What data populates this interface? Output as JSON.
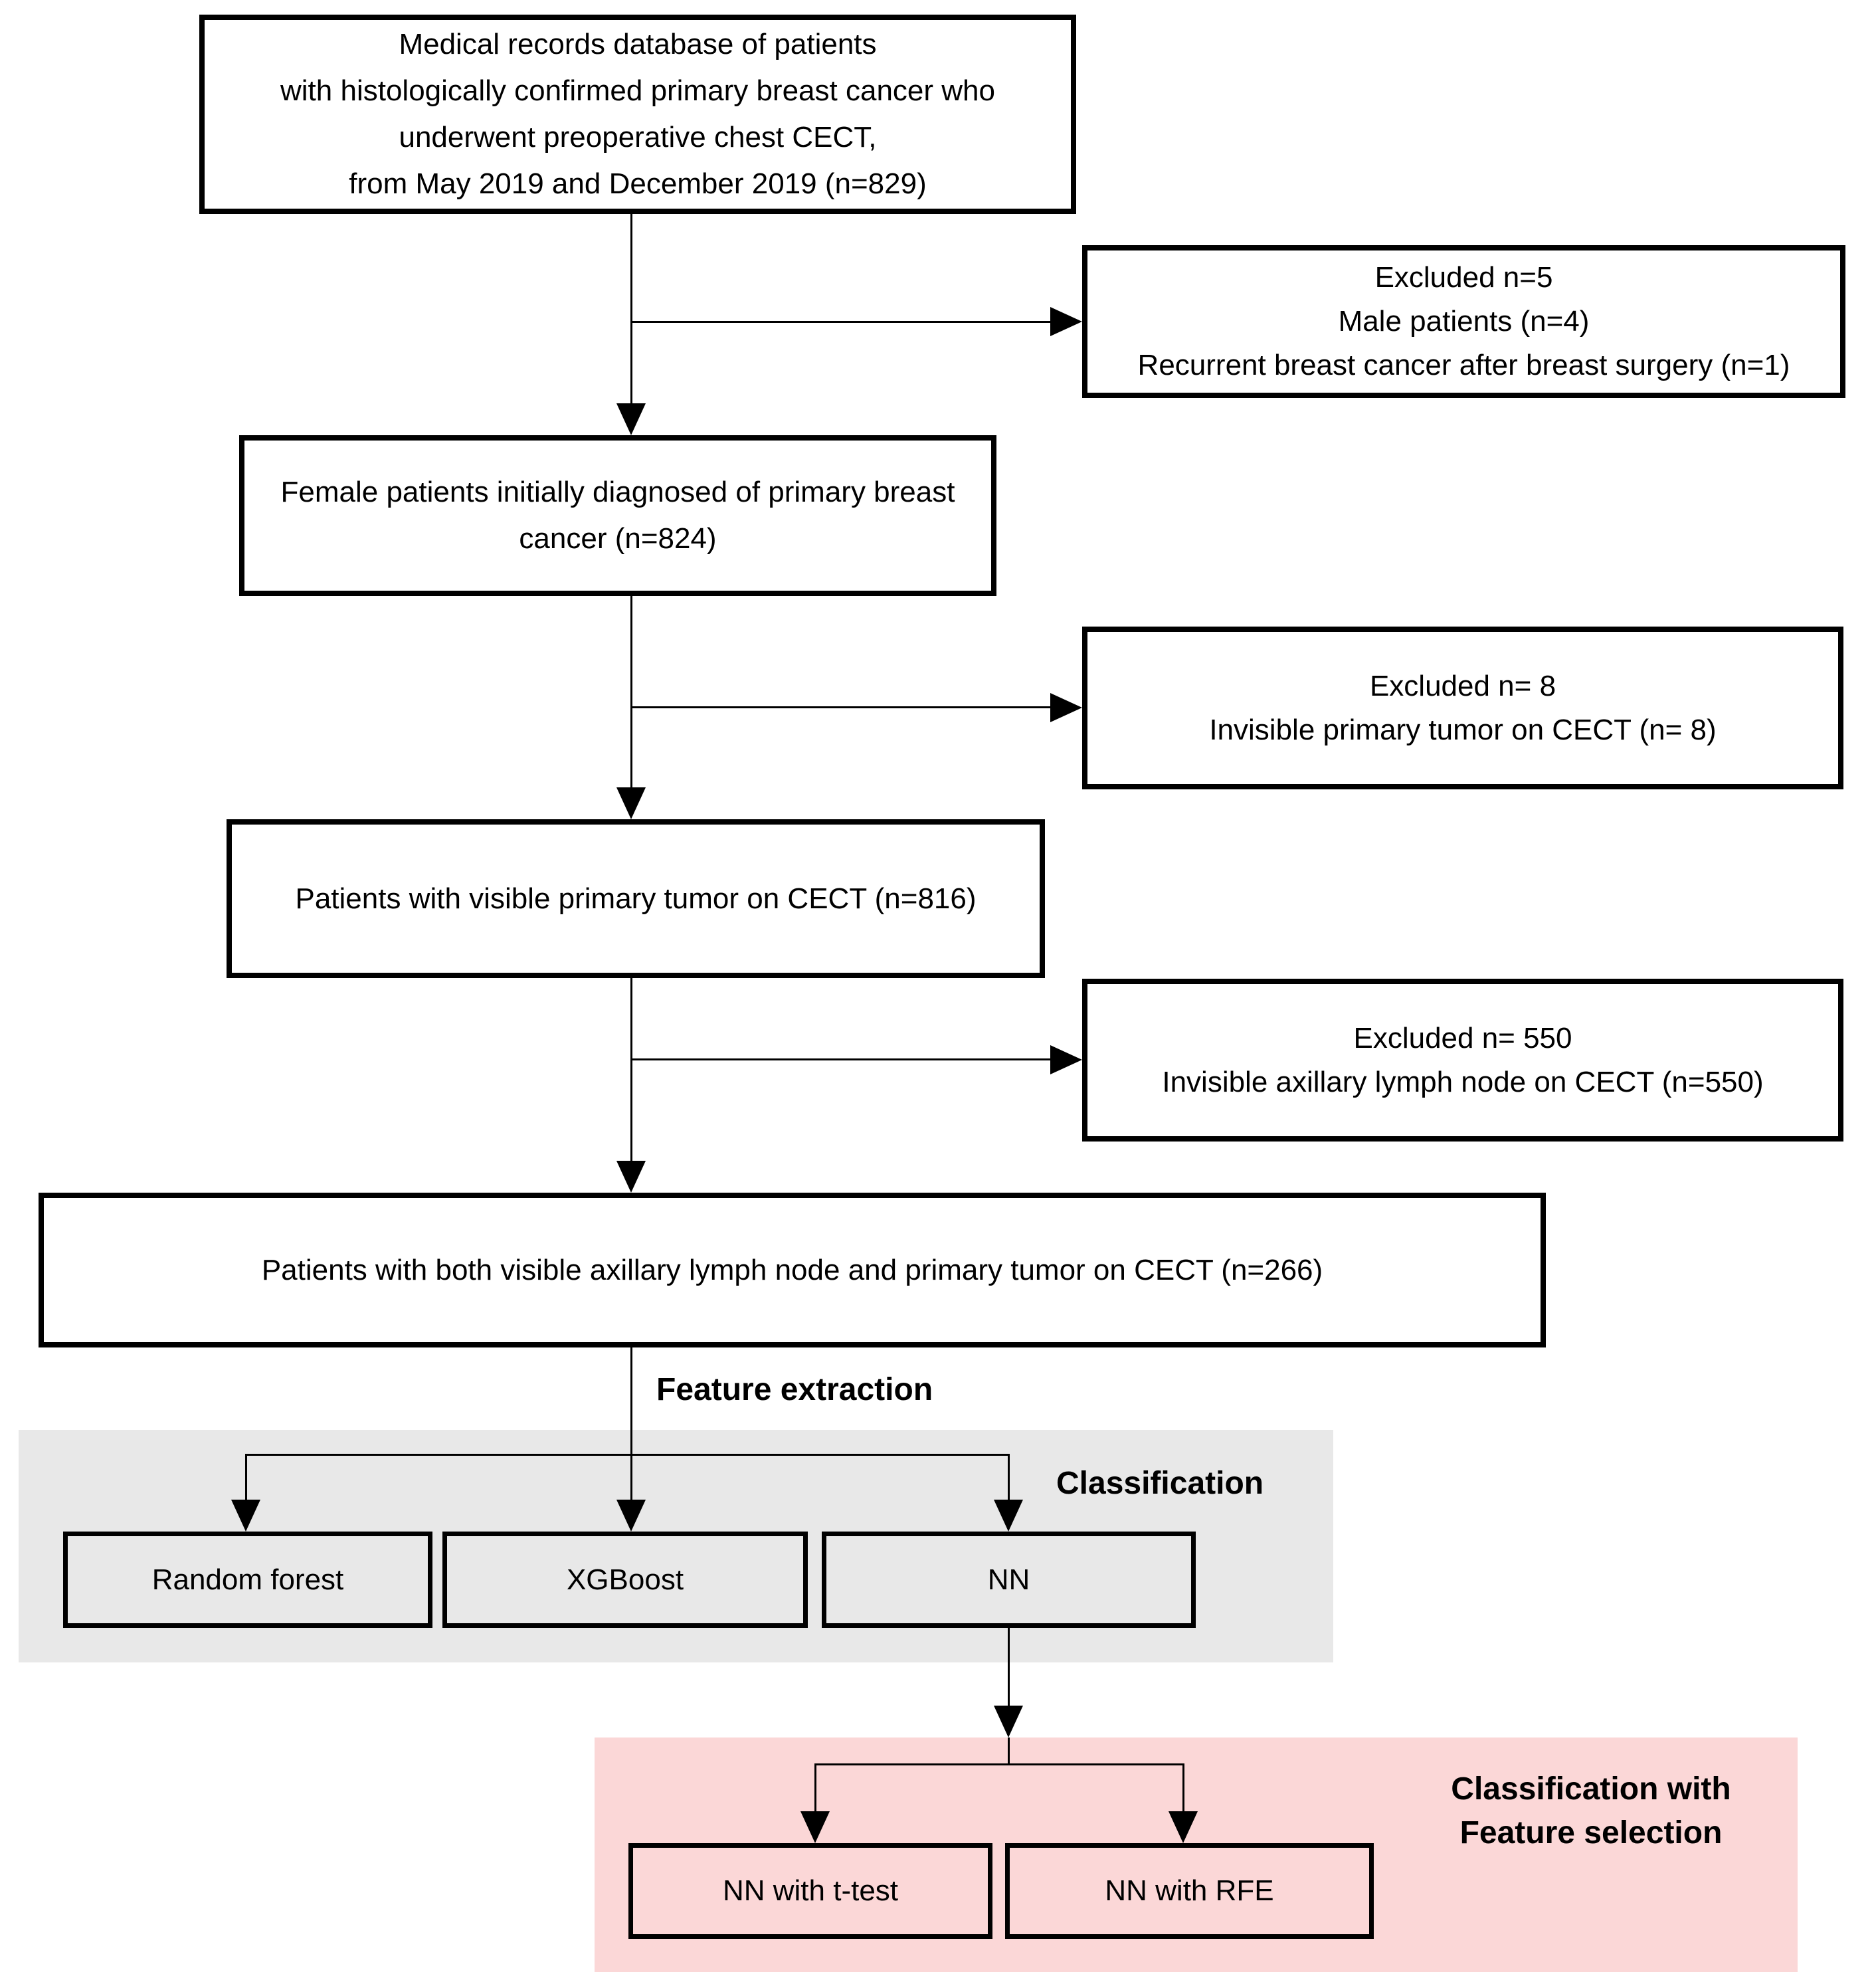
{
  "colors": {
    "background": "#ffffff",
    "box_border": "#000000",
    "text": "#000000",
    "classification_area": "#e8e8e8",
    "feature_selection_area": "#fbd7d7"
  },
  "flow": {
    "records": {
      "lines": [
        "Medical records database of patients",
        "with histologically confirmed primary breast cancer who",
        "underwent preoperative chest CECT,",
        "from May 2019 and December 2019 (n=829)"
      ]
    },
    "excluded_male": {
      "lines": [
        "Excluded n=5",
        "Male patients (n=4)",
        "Recurrent breast cancer after breast surgery (n=1)"
      ]
    },
    "female": {
      "lines": [
        "Female patients initially diagnosed of primary breast",
        "cancer (n=824)"
      ]
    },
    "excluded_invisible_tumor": {
      "lines": [
        "Excluded n= 8",
        "Invisible primary tumor on CECT (n= 8)"
      ]
    },
    "visible_tumor": {
      "lines": [
        "Patients with visible primary tumor on CECT (n=816)"
      ]
    },
    "excluded_invisible_node": {
      "lines": [
        "Excluded n= 550",
        "Invisible axillary lymph node on CECT (n=550)"
      ]
    },
    "both_visible": {
      "lines": [
        "Patients with both visible axillary lymph node and primary tumor on CECT (n=266)"
      ]
    }
  },
  "labels": {
    "feature_extraction": "Feature extraction",
    "classification": "Classification",
    "classification_with_line1": "Classification with",
    "classification_with_line2": "Feature selection"
  },
  "classifiers": {
    "random_forest": "Random forest",
    "xgboost": "XGBoost",
    "nn": "NN"
  },
  "feature_selection": {
    "ttest": "NN with t-test",
    "rfe": "NN with RFE"
  }
}
